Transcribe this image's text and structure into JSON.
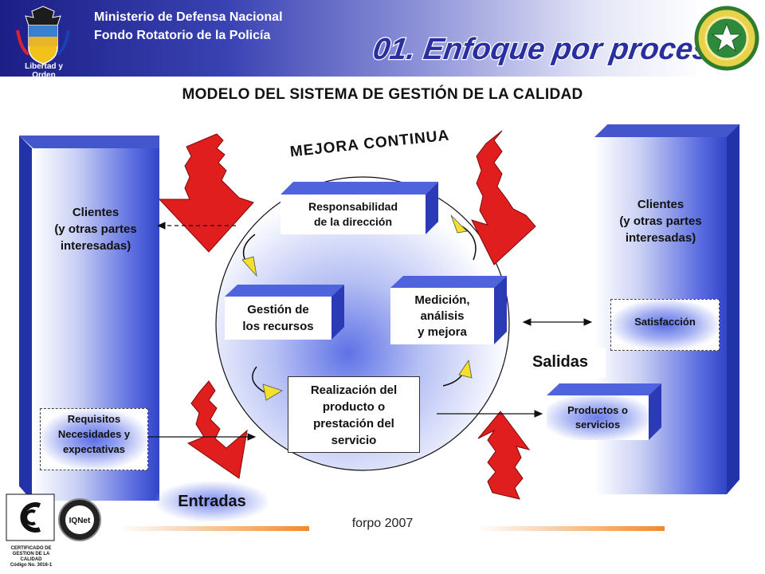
{
  "header": {
    "ministry_line1": "Ministerio de Defensa Nacional",
    "ministry_line2": "Fondo Rotatorio de la Policía",
    "crest_motto": "Libertad y Orden",
    "section_title": "01. Enfoque por procesos"
  },
  "main_title": "MODELO DEL SISTEMA DE GESTIÓN DE LA CALIDAD",
  "diagram": {
    "cycle_label": "MEJORA CONTINUA",
    "left_panel": {
      "line1": "Clientes",
      "line2": "(y otras partes",
      "line3": "interesadas)"
    },
    "right_panel": {
      "line1": "Clientes",
      "line2": "(y otras partes",
      "line3": "interesadas)"
    },
    "requirements": {
      "line1": "Requisitos",
      "line2": "Necesidades y",
      "line3": "expectativas"
    },
    "satisfaction": "Satisfacción",
    "inputs_label": "Entradas",
    "outputs_label": "Salidas",
    "products": {
      "line1": "Productos o",
      "line2": "servicios"
    },
    "process_responsabilidad": {
      "line1": "Responsabilidad",
      "line2": "de la dirección"
    },
    "process_recursos": {
      "line1": "Gestión de",
      "line2": "los recursos"
    },
    "process_medicion": {
      "line1": "Medición,",
      "line2": "análisis",
      "line3": "y mejora"
    },
    "process_realizacion": {
      "line1": "Realización del",
      "line2": "producto o",
      "line3": "prestación del",
      "line4": "servicio"
    }
  },
  "footer": {
    "text": "forpo 2007",
    "cert_line1": "CERTIFICADO DE GESTION DE LA CALIDAD",
    "cert_code": "Código No. 3016-1",
    "iqnet": "IQNet"
  },
  "colors": {
    "header_dark": "#1b1f86",
    "panel_blue": "#3145c8",
    "arrow_red": "#e01e1e",
    "arrow_yellow": "#f2e02a",
    "footer_orange": "#f08a2c"
  }
}
